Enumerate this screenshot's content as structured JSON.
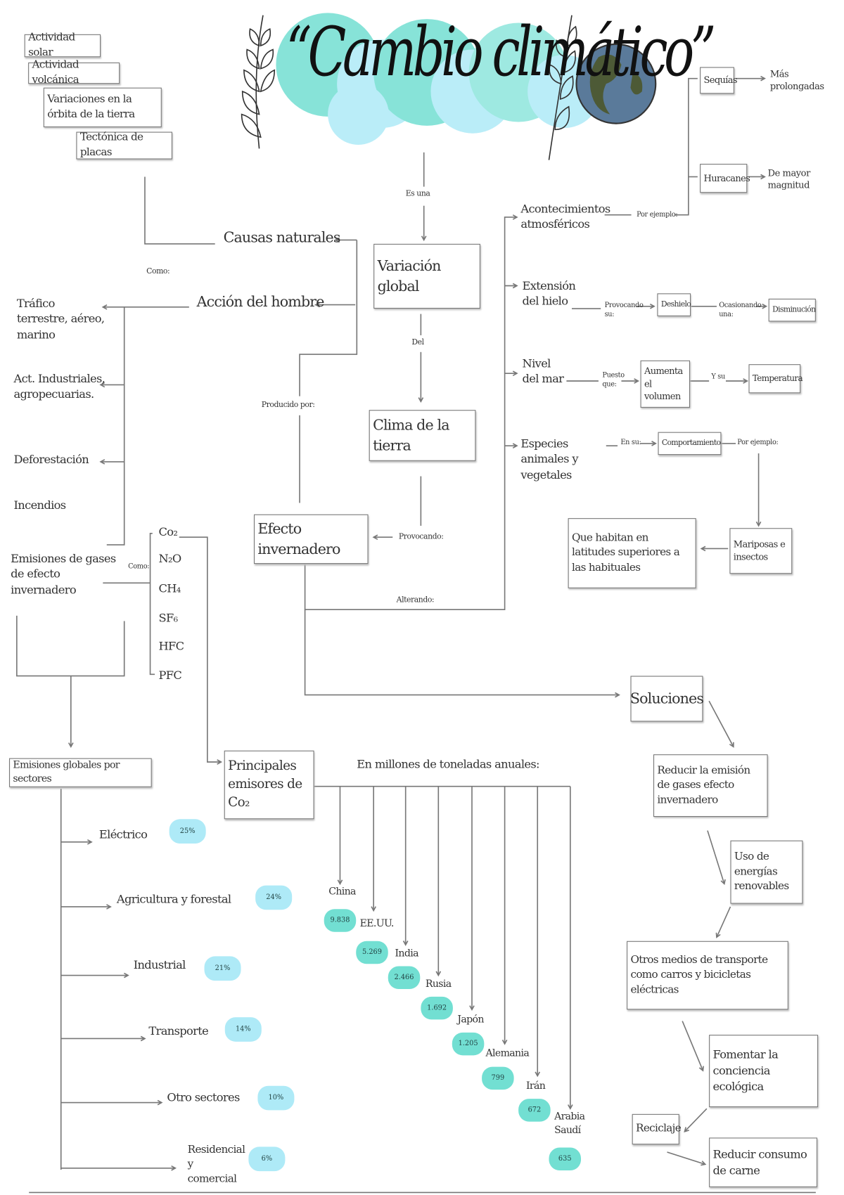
{
  "title": "“Cambio climático”",
  "colors": {
    "teal": "#72dfd2",
    "light_blue": "#aeeaf7",
    "line": "#777777"
  },
  "natural_causes": {
    "items": [
      "Actividad solar",
      "Actividad volcánica",
      "Variaciones en la órbita de la tierra",
      "Tectónica de placas"
    ],
    "label": "Causas naturales",
    "como": "Como:"
  },
  "center": {
    "es_una": "Es una",
    "variacion": "Variación global",
    "del": "Del",
    "clima": "Clima de la tierra",
    "provocando": "Provocando:",
    "efecto": "Efecto invernadero",
    "producido": "Producido por:",
    "alterando": "Alterando:"
  },
  "human": {
    "label": "Acción del hombre",
    "items": [
      "Tráfico terrestre, aéreo, marino",
      "Act. Industriales, agropecuarias.",
      "Deforestación",
      "Incendios",
      "Emisiones de gases de efecto invernadero"
    ],
    "como": "Como:",
    "gases": [
      "Co₂",
      "N₂O",
      "CH₄",
      "SF₆",
      "HFC",
      "PFC"
    ]
  },
  "effects": {
    "atmos": {
      "label": "Acontecimientos atmosféricos",
      "connector": "Por ejemplo:",
      "ex1": "Sequías",
      "ex1_result": "Más prolongadas",
      "ex2": "Huracanes",
      "ex2_result": "De mayor magnitud"
    },
    "hielo": {
      "label": "Extensión del hielo",
      "c1": "Provocando su:",
      "b1": "Deshielo",
      "c2": "Ocasionando una:",
      "b2": "Disminución"
    },
    "mar": {
      "label": "Nivel del mar",
      "c1": "Puesto que:",
      "b1": "Aumenta el volumen",
      "c2": "Y su",
      "b2": "Temperatura"
    },
    "especies": {
      "label": "Especies animales y vegetales",
      "c1": "En su:",
      "b1": "Comportamiento",
      "c2": "Por ejemplo:",
      "b2": "Mariposas e insectos",
      "b3": "Que habitan en latitudes superiores a las habituales"
    }
  },
  "sectors": {
    "label": "Emisiones globales por sectores",
    "items": [
      {
        "name": "Eléctrico",
        "pct": "25%"
      },
      {
        "name": "Agricultura y forestal",
        "pct": "24%"
      },
      {
        "name": "Industrial",
        "pct": "21%"
      },
      {
        "name": "Transporte",
        "pct": "14%"
      },
      {
        "name": "Otro sectores",
        "pct": "10%"
      },
      {
        "name": "Residencial y comercial",
        "pct": "6%"
      }
    ]
  },
  "emitters": {
    "label": "Principales emisores de Co₂",
    "unit": "En millones de toneladas anuales:",
    "items": [
      {
        "country": "China",
        "value": "9.838"
      },
      {
        "country": "EE.UU.",
        "value": "5.269"
      },
      {
        "country": "India",
        "value": "2.466"
      },
      {
        "country": "Rusia",
        "value": "1.692"
      },
      {
        "country": "Japón",
        "value": "1.205"
      },
      {
        "country": "Alemania",
        "value": "799"
      },
      {
        "country": "Irán",
        "value": "672"
      },
      {
        "country": "Arabia Saudí",
        "value": "635"
      }
    ]
  },
  "solutions": {
    "label": "Soluciones",
    "items": [
      "Reducir la emisión de gases efecto invernadero",
      "Uso de energías renovables",
      "Otros medios de transporte como carros y bicicletas eléctricas",
      "Fomentar la conciencia ecológica",
      "Reciclaje",
      "Reducir consumo de carne"
    ]
  }
}
